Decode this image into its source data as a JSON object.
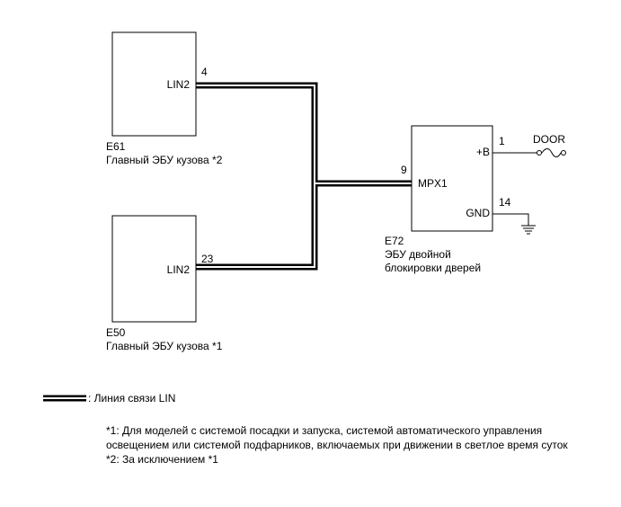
{
  "components": {
    "e61": {
      "code": "E61",
      "name": "Главный ЭБУ кузова *2",
      "pin_label": "LIN2",
      "pin_number": "4"
    },
    "e50": {
      "code": "E50",
      "name": "Главный ЭБУ кузова *1",
      "pin_label": "LIN2",
      "pin_number": "23"
    },
    "e72": {
      "code": "E72",
      "name_line1": "ЭБУ двойной",
      "name_line2": "блокировки дверей",
      "pins": [
        {
          "label": "MPX1",
          "number": "9"
        },
        {
          "label": "+B",
          "number": "1"
        },
        {
          "label": "GND",
          "number": "14"
        }
      ]
    }
  },
  "fuse_label": "DOOR",
  "legend": {
    "text": ": Линия связи LIN"
  },
  "notes": [
    "*1: Для моделей с системой посадки и запуска, системой автоматического управления",
    "освещением или системой подфарников, включаемых при движении в светлое время суток",
    "*2: За исключением *1"
  ]
}
